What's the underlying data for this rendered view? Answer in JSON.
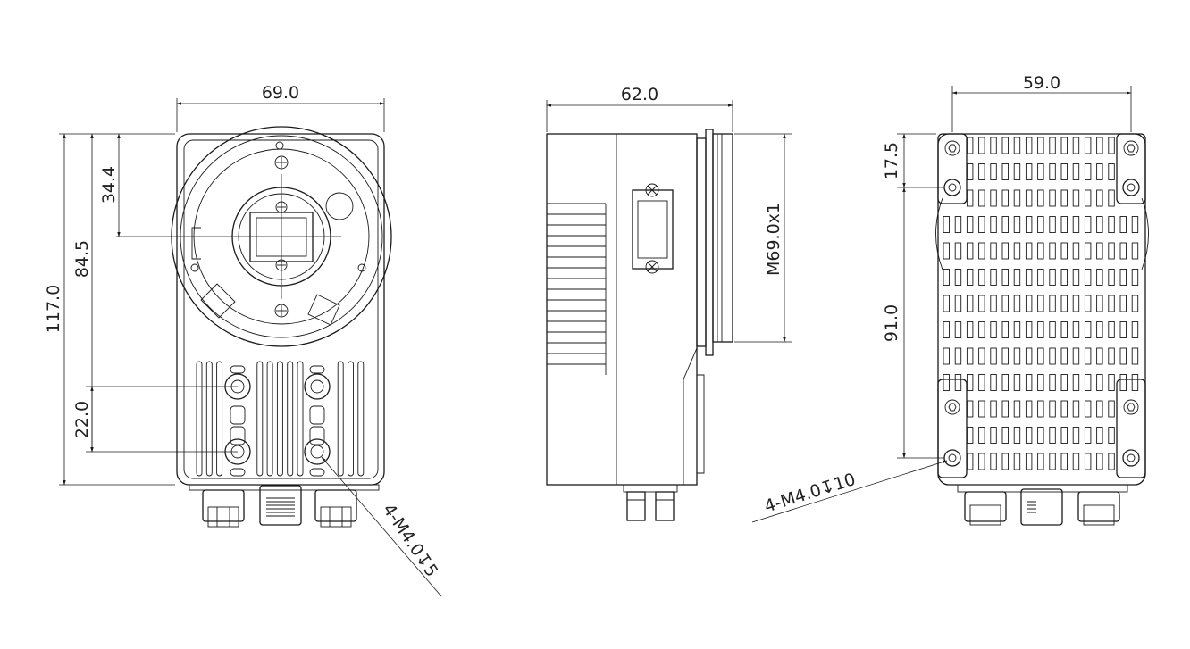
{
  "front_view": {
    "width_label": "69.0",
    "height_label": "117.0",
    "optical_center_height_label": "84.5",
    "optical_center_top_label": "34.4",
    "hole_spacing_label": "22.0",
    "thread_callout": "4-M4.0↧5"
  },
  "side_view": {
    "depth_label": "62.0",
    "mount_thread_label": "M69.0x1"
  },
  "back_view": {
    "width_label": "59.0",
    "top_offset_label": "17.5",
    "hole_spacing_label": "91.0",
    "thread_callout": "4-M4.0↧10"
  },
  "colors": {
    "line": "#1a1a1a",
    "background": "#ffffff"
  }
}
